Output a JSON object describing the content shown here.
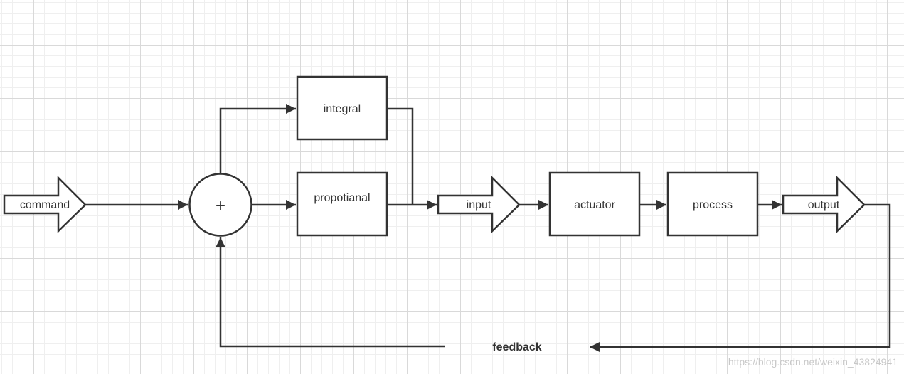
{
  "labels": {
    "command": "command",
    "sum": "+",
    "integral": "integral",
    "proportional": "propotianal",
    "input": "input",
    "actuator": "actuator",
    "process": "process",
    "output": "output",
    "feedback": "feedback"
  },
  "watermark": "https://blog.csdn.net/weixin_43824941",
  "colors": {
    "stroke": "#333333",
    "text": "#333333",
    "grid": "#d9d9d9",
    "background": "#ffffff"
  }
}
